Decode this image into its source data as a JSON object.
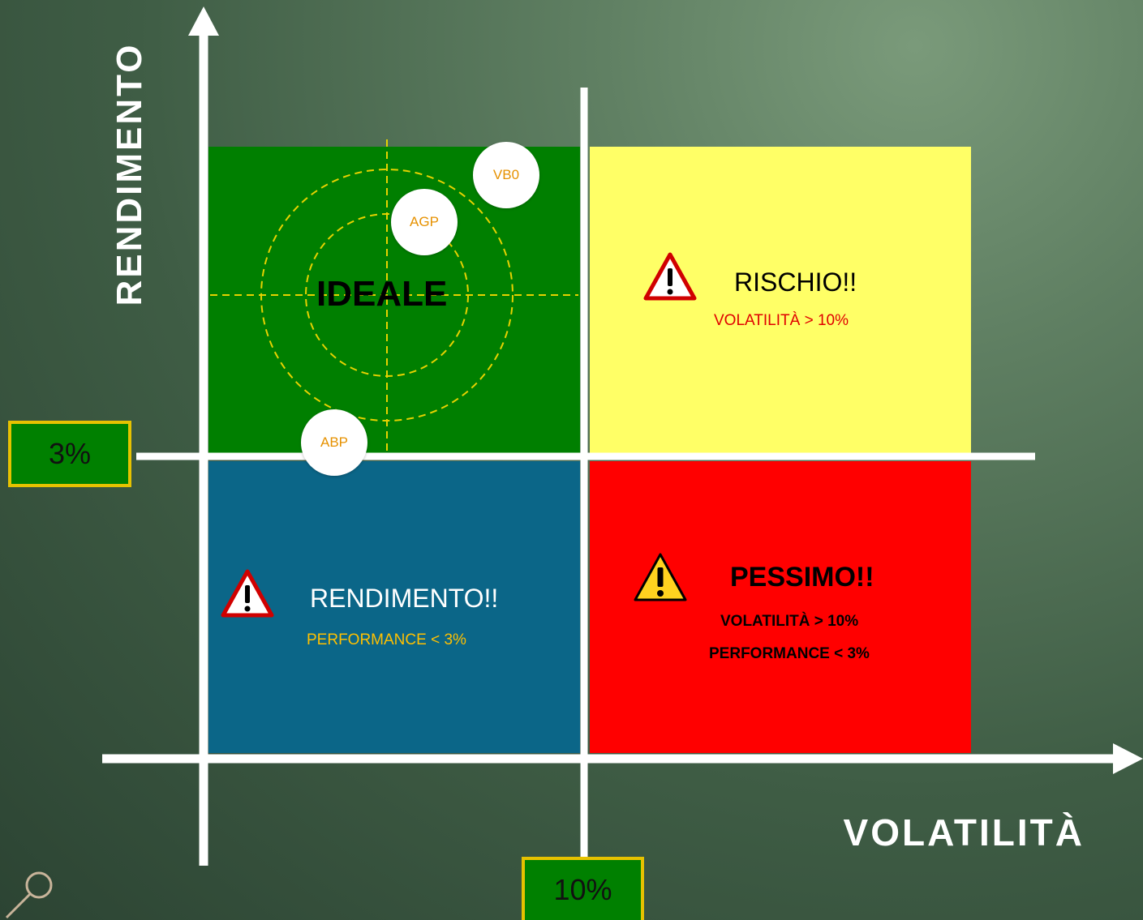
{
  "diagram": {
    "y_axis_title": "RENDIMENTO",
    "x_axis_title": "VOLATILITÀ",
    "y_threshold": "3%",
    "x_threshold": "10%"
  },
  "quadrants": {
    "ideale": {
      "title": "IDEALE",
      "color": "#007f00"
    },
    "rischio": {
      "title": "RISCHIO!!",
      "subtitle": "VOLATILITÀ > 10%",
      "color": "#ffff66"
    },
    "rendimento": {
      "title": "RENDIMENTO!!",
      "subtitle": "PERFORMANCE < 3%",
      "color": "#0b6688"
    },
    "pessimo": {
      "title": "PESSIMO!!",
      "subtitle_1": "VOLATILITÀ > 10%",
      "subtitle_2": "PERFORMANCE < 3%",
      "color": "#ff0000"
    }
  },
  "funds": {
    "vbo": "VB0",
    "agp": "AGP",
    "abp": "ABP"
  },
  "icons": {
    "warning": "warning-triangle-icon",
    "pin": "pin-icon"
  }
}
